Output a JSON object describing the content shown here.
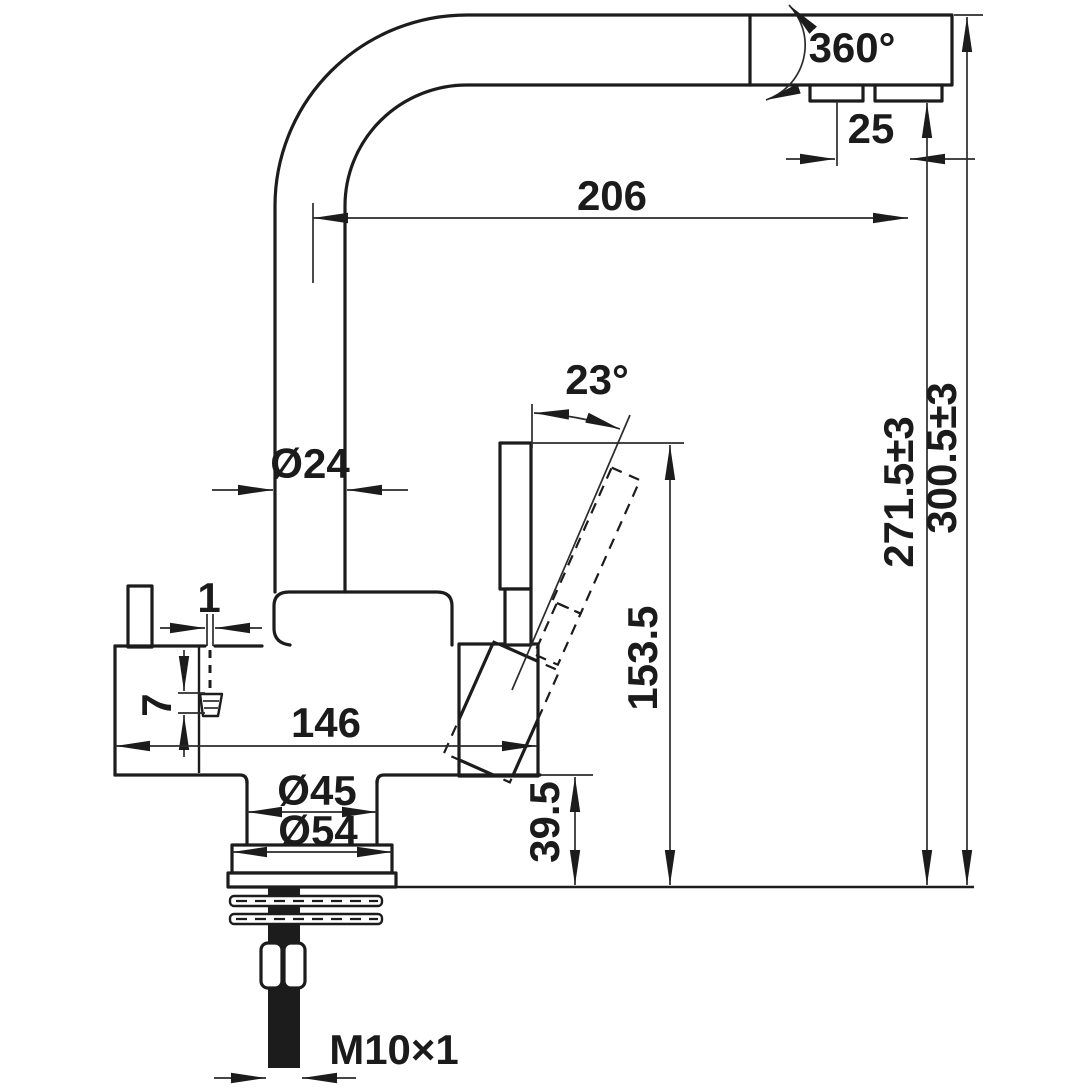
{
  "drawing": {
    "type": "technical-dimension-drawing",
    "subject": "kitchen mixer faucet with filtered-water outlet, side elevation with installation dimensions",
    "units": "mm",
    "colors": {
      "line": "#1c1c1c",
      "background": "#ffffff"
    },
    "labels": {
      "swivel_angle": "360°",
      "outlet_spacing": "25",
      "spout_reach": "206",
      "lever_angle": "23°",
      "spout_diameter": "Ø24",
      "outlet_height": "271.5±3",
      "overall_height": "300.5±3",
      "lever_top_height": "153.5",
      "gap": "1",
      "outlet_drop": "7",
      "body_length": "146",
      "column_diameter": "Ø45",
      "base_diameter": "Ø54",
      "base_height": "39.5",
      "thread_size": "M10×1"
    }
  }
}
